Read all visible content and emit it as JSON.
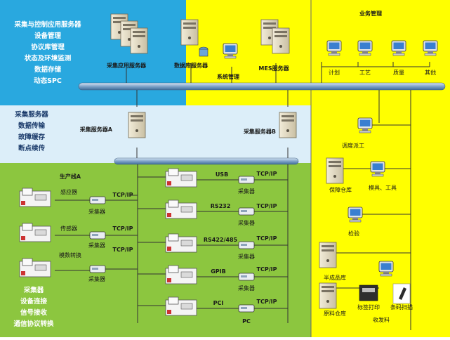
{
  "zones": {
    "top_left": [
      "采集与控制应用服务器",
      "设备管理",
      "协议库管理",
      "状态及环境监测",
      "数据存储",
      "动态SPC"
    ],
    "middle_left": [
      "采集服务器",
      "数据传输",
      "故障缓存",
      "断点续传"
    ],
    "bottom_left": [
      "采集器",
      "设备连接",
      "信号接收",
      "通信协议转换"
    ]
  },
  "servers": {
    "acquisition_app": "采集应用服务器",
    "database": "数据库服务器",
    "mes": "MES服务器",
    "system_mgmt": "系统管理",
    "acq_a": "采集服务器A",
    "acq_b": "采集服务器B"
  },
  "business": {
    "title": "业务管理",
    "terminals": [
      "计划",
      "工艺",
      "质量",
      "其他"
    ],
    "dispatch": "调度派工",
    "fault_repo": "保障仓库",
    "tools": "模具、工具",
    "inspect": "检验",
    "finished": "半成品库",
    "raw": "原料仓库",
    "receive": "收发料",
    "device1": "标签打印",
    "device2": "条码扫描"
  },
  "line_a": {
    "title": "生产线A",
    "sensors": [
      "感应器",
      "传感器",
      "模数转换"
    ],
    "collectors": [
      "采集器",
      "采集器",
      "采集器"
    ],
    "protocols": [
      "TCP/IP",
      "TCP/IP",
      "TCP/IP"
    ]
  },
  "right_column": {
    "ports": [
      "USB",
      "RS232",
      "RS422/485",
      "GPIB",
      "PCI"
    ],
    "protocols": [
      "TCP/IP",
      "TCP/IP",
      "TCP/IP",
      "TCP/IP",
      "TCP/IP"
    ],
    "collectors": [
      "采集器",
      "采集器",
      "采集器",
      "采集器"
    ],
    "pc": "PC"
  }
}
